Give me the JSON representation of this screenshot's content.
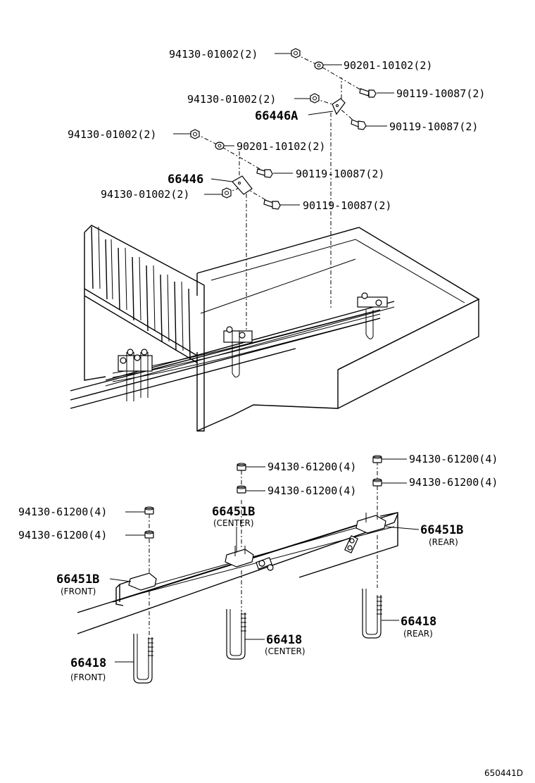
{
  "labels": {
    "nut_top_1": "94130-01002(2)",
    "washer_top_1": "90201-10102(2)",
    "bolt_top_1": "90119-10087(2)",
    "nut_top_2": "94130-01002(2)",
    "plate_a": "66446A",
    "bolt_top_2": "90119-10087(2)",
    "nut_mid_1": "94130-01002(2)",
    "washer_mid_1": "90201-10102(2)",
    "plate": "66446",
    "bolt_mid_1": "90119-10087(2)",
    "nut_mid_2": "94130-01002(2)",
    "bolt_mid_2": "90119-10087(2)",
    "nut_center_1": "94130-61200(4)",
    "nut_center_2": "94130-61200(4)",
    "nut_rear_1": "94130-61200(4)",
    "nut_rear_2": "94130-61200(4)",
    "nut_front_1": "94130-61200(4)",
    "nut_front_2": "94130-61200(4)",
    "bracket_center": "66451B",
    "bracket_center_sub": "(CENTER)",
    "bracket_rear": "66451B",
    "bracket_rear_sub": "(REAR)",
    "bracket_front": "66451B",
    "bracket_front_sub": "(FRONT)",
    "ubolt_rear": "66418",
    "ubolt_rear_sub": "(REAR)",
    "ubolt_center": "66418",
    "ubolt_center_sub": "(CENTER)",
    "ubolt_front": "66418",
    "ubolt_front_sub": "(FRONT)"
  },
  "figure_ref": "650441D"
}
